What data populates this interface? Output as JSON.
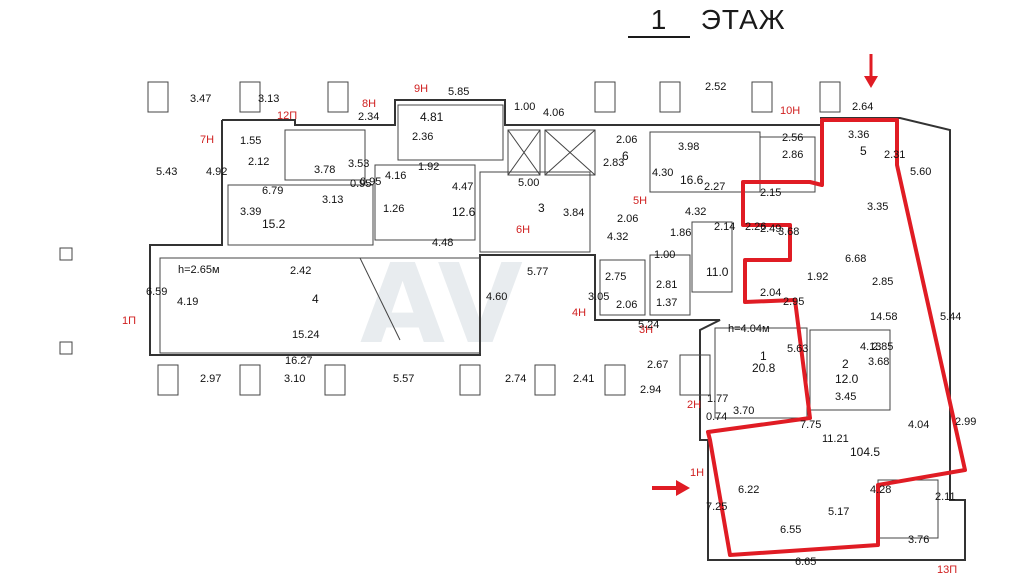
{
  "title": {
    "number": "1",
    "word": "ЭТАЖ"
  },
  "colors": {
    "highlight": "#e01c24",
    "unit_label": "#d02020",
    "wall": "#333333"
  },
  "icons": [
    "arrow-right-icon",
    "arrow-down-icon",
    "toilet-icon",
    "stair-icon",
    "elevator-icon"
  ],
  "height_labels": [
    "h=2.65м",
    "h=4.04м"
  ],
  "unit_labels": [
    "12П",
    "8Н",
    "9Н",
    "7Н",
    "10Н",
    "5Н",
    "6Н",
    "4Н",
    "3Н",
    "2Н",
    "1Н",
    "1П",
    "13П"
  ],
  "room_labels": [
    "4.81",
    "15.2",
    "16.6",
    "12.6",
    "11.0",
    "20.8",
    "12.0",
    "104.5",
    "3",
    "1",
    "2",
    "4",
    "5",
    "6"
  ],
  "dimension_labels": [
    "3.47",
    "3.13",
    "5.85",
    "1.00",
    "4.06",
    "2.52",
    "2.64",
    "5.43",
    "4.92",
    "6.79",
    "3.39",
    "3.13",
    "3.53",
    "2.34",
    "3.78",
    "2.12",
    "1.55",
    "0.95",
    "4.16",
    "4.47",
    "5.00",
    "3.84",
    "2.06",
    "2.83",
    "4.30",
    "3.98",
    "2.27",
    "4.32",
    "4.32",
    "2.06",
    "2.14",
    "1.86",
    "2.56",
    "2.86",
    "3.36",
    "2.31",
    "5.60",
    "2.15",
    "2.26",
    "2.49",
    "3.68",
    "6.68",
    "3.35",
    "2.67",
    "1.92",
    "2.04",
    "2.95",
    "4.13",
    "14.58",
    "2.85",
    "2.85",
    "5.44",
    "5.63",
    "3.68",
    "3.45",
    "3.70",
    "7.75",
    "11.21",
    "4.04",
    "2.99",
    "6.22",
    "5.17",
    "4.28",
    "2.11",
    "6.55",
    "6.65",
    "3.76",
    "7.25",
    "1.77",
    "0.74",
    "2.41",
    "2.94",
    "2.74",
    "5.57",
    "3.10",
    "2.97",
    "16.27",
    "15.24",
    "4.60",
    "5.77",
    "4.48",
    "2.42",
    "4.19",
    "6.59",
    "2.75",
    "2.06",
    "3.05",
    "2.81",
    "1.37",
    "5.24",
    "1.00",
    "2.36",
    "1.92",
    "0.95",
    "1.26"
  ]
}
